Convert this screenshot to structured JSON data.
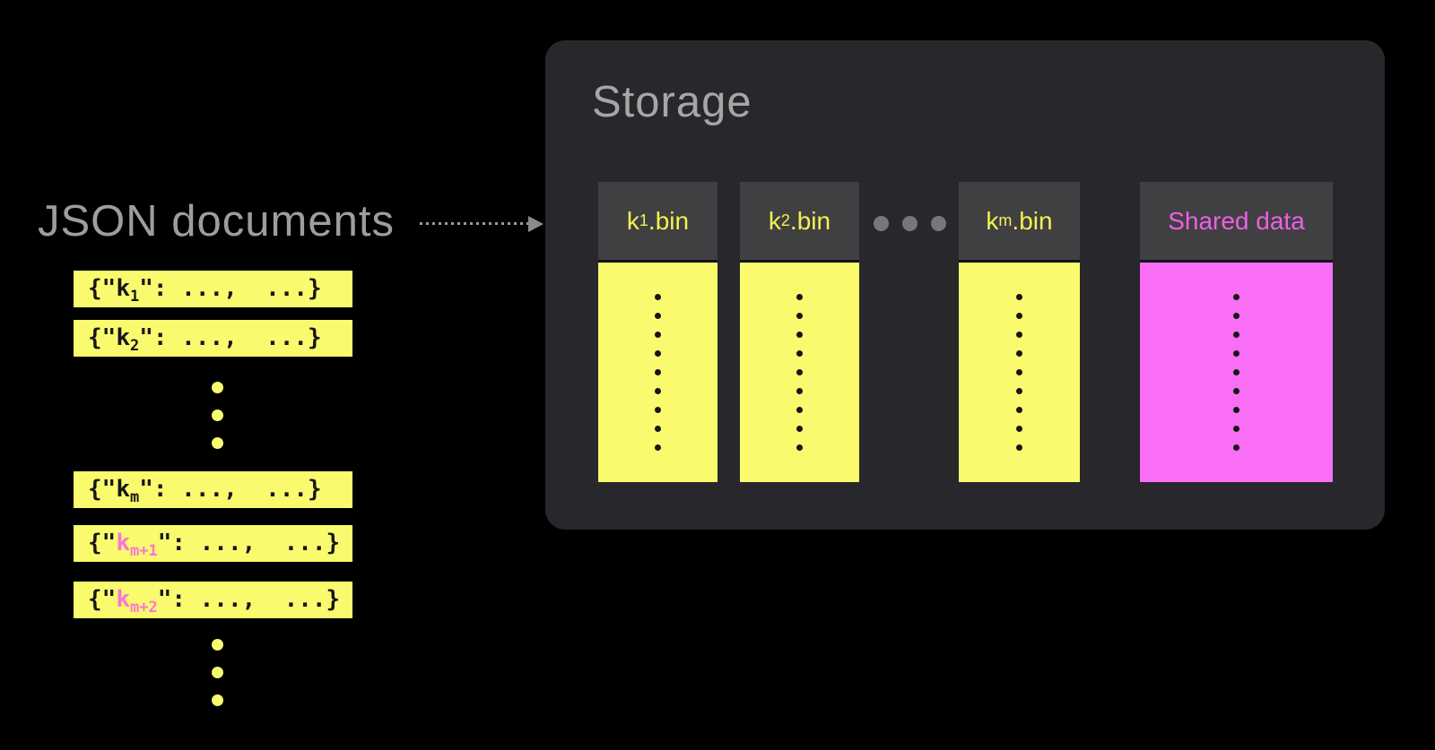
{
  "left": {
    "title": "JSON documents",
    "documents": [
      {
        "prefix": "{\"",
        "key": "k",
        "sub": "1",
        "suffix": "\": ...,  ...}",
        "key_color": "#161616"
      },
      {
        "prefix": "{\"",
        "key": "k",
        "sub": "2",
        "suffix": "\": ...,  ...}",
        "key_color": "#161616"
      },
      {
        "prefix": "{\"",
        "key": "k",
        "sub": "m",
        "suffix": "\": ...,  ...}",
        "key_color": "#161616"
      },
      {
        "prefix": "{\"",
        "key": "k",
        "sub": "m+1",
        "suffix": "\": ...,  ...}",
        "key_color": "#fb76d4"
      },
      {
        "prefix": "{\"",
        "key": "k",
        "sub": "m+2",
        "suffix": "\": ...,  ...}",
        "key_color": "#fb76d4"
      }
    ]
  },
  "storage": {
    "title": "Storage",
    "columns": [
      {
        "label": "k",
        "sub": "1",
        "rest": ".bin",
        "header_text_color": "#f2f24f",
        "body_color": "#fafa6e"
      },
      {
        "label": "k",
        "sub": "2",
        "rest": ".bin",
        "header_text_color": "#f2f24f",
        "body_color": "#fafa6e"
      },
      {
        "label": "k",
        "sub": "m",
        "rest": ".bin",
        "header_text_color": "#f2f24f",
        "body_color": "#fafa6e"
      },
      {
        "label": "Shared data",
        "sub": "",
        "rest": "",
        "header_text_color": "#ee5fe4",
        "body_color": "#fa6ef5"
      }
    ],
    "dots_per_column": 9
  },
  "colors": {
    "background": "#000000",
    "panel": "#28282c",
    "column_header_bg": "#404042",
    "yellow": "#fafa6e",
    "magenta": "#fa6ef5",
    "pink_key": "#fb76d4",
    "title_gray": "#9d9da0",
    "ellipsis_gray": "#7b747a",
    "arrow_gray": "#8b8b8b"
  }
}
